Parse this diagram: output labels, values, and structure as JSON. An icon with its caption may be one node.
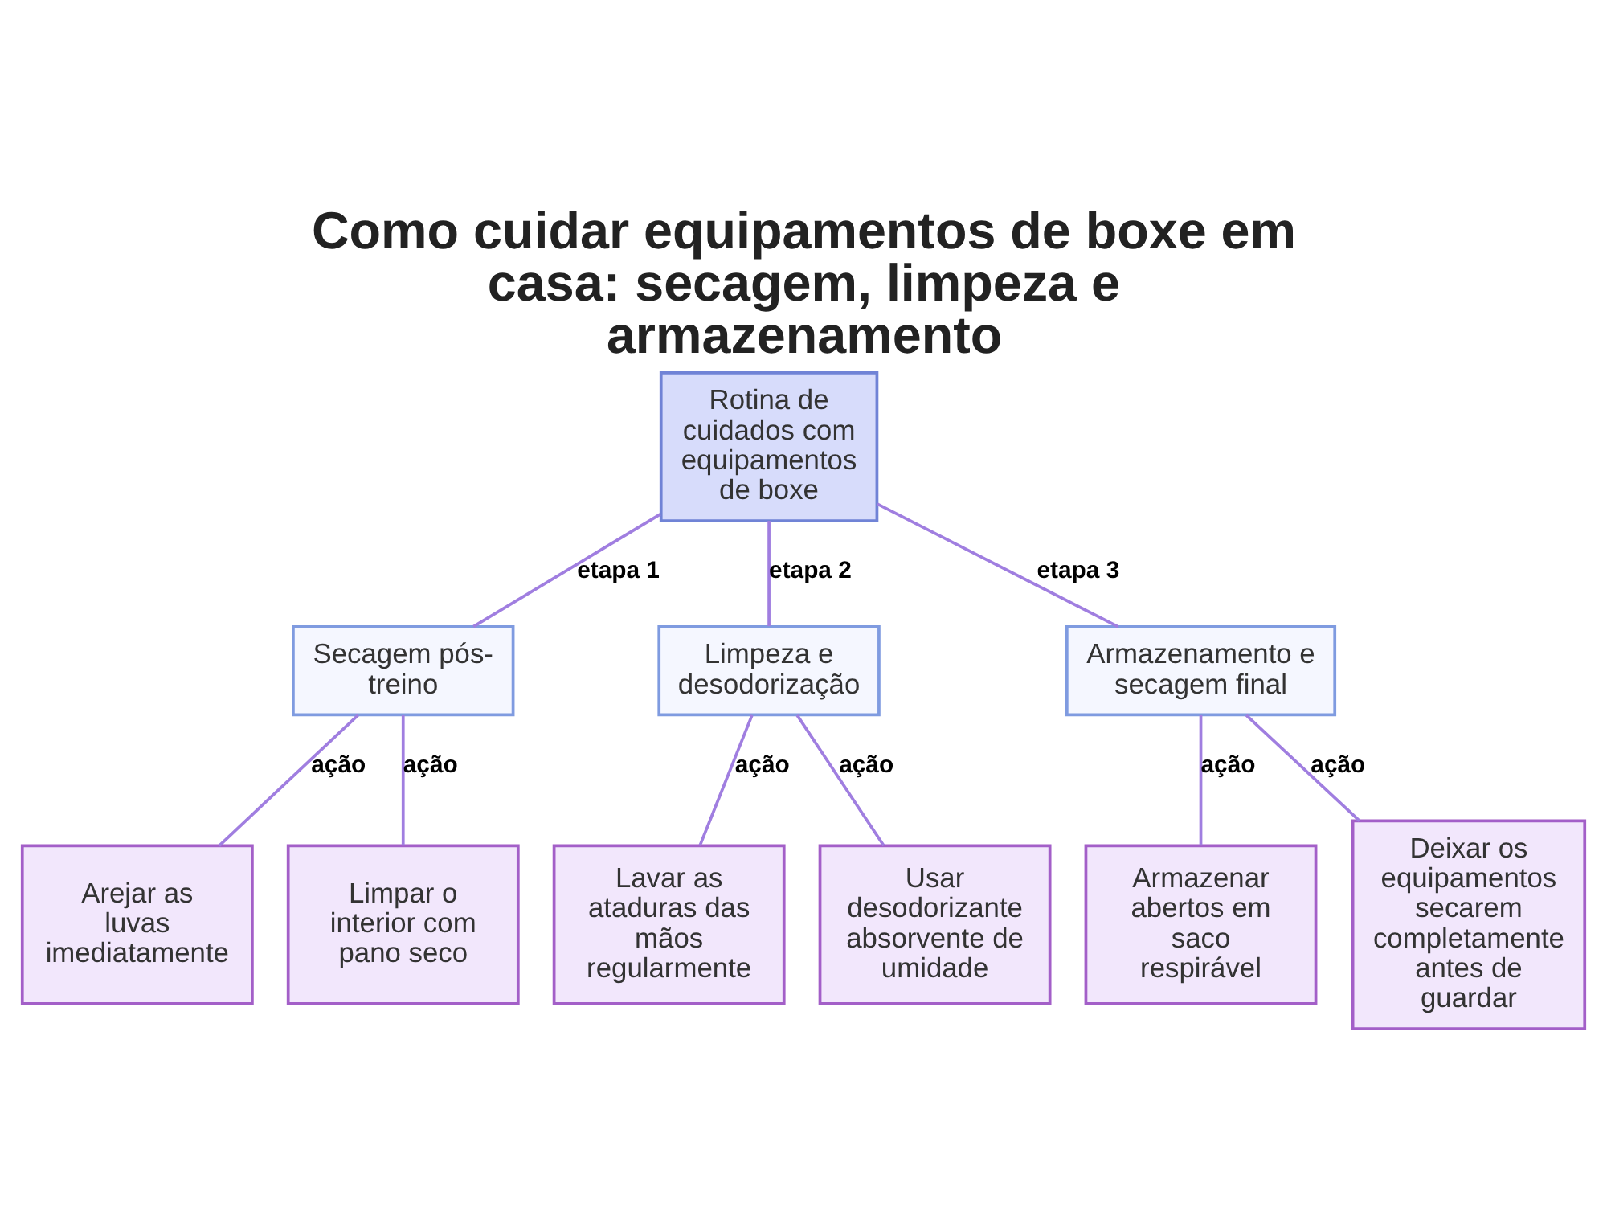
{
  "diagram": {
    "title": "Como cuidar equipamentos de boxe em casa: secagem, limpeza e armazenamento",
    "nodes": [
      {
        "text": [
          "Rotina de cuidados com equipamentos de boxe"
        ]
      },
      {
        "text": [
          "Secagem pós-treino"
        ]
      },
      {
        "text": [
          "Limpeza e desodorização"
        ]
      },
      {
        "text": [
          "Armazenamento e secagem final"
        ]
      },
      {
        "text": [
          "Arejar as luvas imediatamente"
        ]
      },
      {
        "text": [
          "Limpar o interior com pano seco"
        ]
      },
      {
        "text": [
          "Lavar as ataduras das mãos regularmente"
        ]
      },
      {
        "text": [
          "Usar desodorizante absorvente de umidade"
        ]
      },
      {
        "text": [
          "Armazenar abertos em saco respirável"
        ]
      },
      {
        "text": [
          "Deixar os equipamentos secarem completamente antes de guardar"
        ]
      }
    ],
    "edges": [
      {
        "from": 0,
        "to": 1,
        "arrow": "none",
        "label": "etapa 1"
      },
      {
        "from": 0,
        "to": 2,
        "arrow": "none",
        "label": "etapa 2"
      },
      {
        "from": 0,
        "to": 3,
        "arrow": "none",
        "label": "etapa 3"
      },
      {
        "from": 1,
        "to": 4,
        "arrow": "none",
        "label": "ação"
      },
      {
        "from": 1,
        "to": 5,
        "arrow": "none",
        "label": "ação"
      },
      {
        "from": 2,
        "to": 6,
        "arrow": "none",
        "label": "ação"
      },
      {
        "from": 2,
        "to": 7,
        "arrow": "none",
        "label": "ação"
      },
      {
        "from": 3,
        "to": 8,
        "arrow": "none",
        "label": "ação"
      },
      {
        "from": 3,
        "to": 9,
        "arrow": "none",
        "label": "ação"
      }
    ]
  }
}
